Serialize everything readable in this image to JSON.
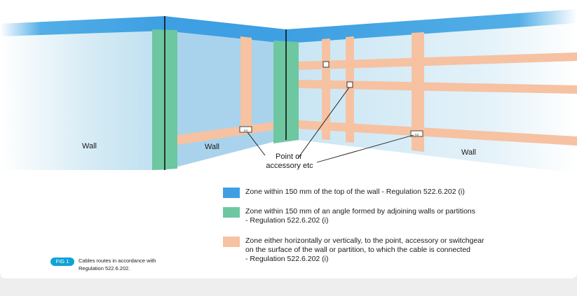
{
  "walls": {
    "left_label": "Wall",
    "middle_label": "Wall",
    "right_label": "Wall"
  },
  "callout": {
    "line1": "Point or",
    "line2": "accessory etc"
  },
  "legend": [
    {
      "color": "#3ea0e3",
      "text": "Zone within 150 mm of the top of the wall - Regulation 522.6.202 (i)"
    },
    {
      "color": "#6dc7a1",
      "text": "Zone within 150 mm of an angle formed by adjoining walls or partitions\n- Regulation 522.6.202 (i)"
    },
    {
      "color": "#f6c2a2",
      "text": "Zone either horizontally or vertically, to the point, accessory or switchgear\non the surface of the wall or partition, to which the cable is connected\n- Regulation 522.6.202 (i)"
    }
  ],
  "figure": {
    "badge": "FIG 1",
    "caption": "Cables routes in accordance with\nRegulation 522.6.202."
  }
}
